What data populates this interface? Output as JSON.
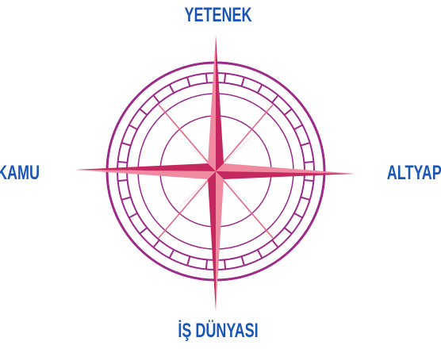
{
  "compass": {
    "north": "YETENEK",
    "south": "İŞ DÜNYASI",
    "west": "KAMU",
    "east": "ALTYAPI"
  },
  "colors": {
    "label": "#1a56b8",
    "ring": "#9c2a88",
    "star_light": "#ec6a8a",
    "star_dark": "#c22a5a"
  }
}
